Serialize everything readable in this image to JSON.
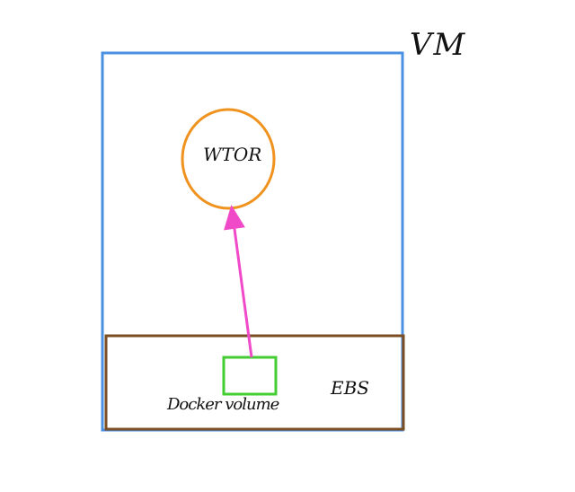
{
  "diagram": {
    "vm_label": "VM",
    "node_label": "WTOR",
    "volume_label": "Docker volume",
    "storage_label": "EBS"
  },
  "colors": {
    "vm_border": "#4a90e2",
    "node_circle": "#f0921e",
    "arrow": "#f04ac8",
    "storage_border": "#7a4e22",
    "volume_box": "#44cc33",
    "ink": "#111111"
  }
}
